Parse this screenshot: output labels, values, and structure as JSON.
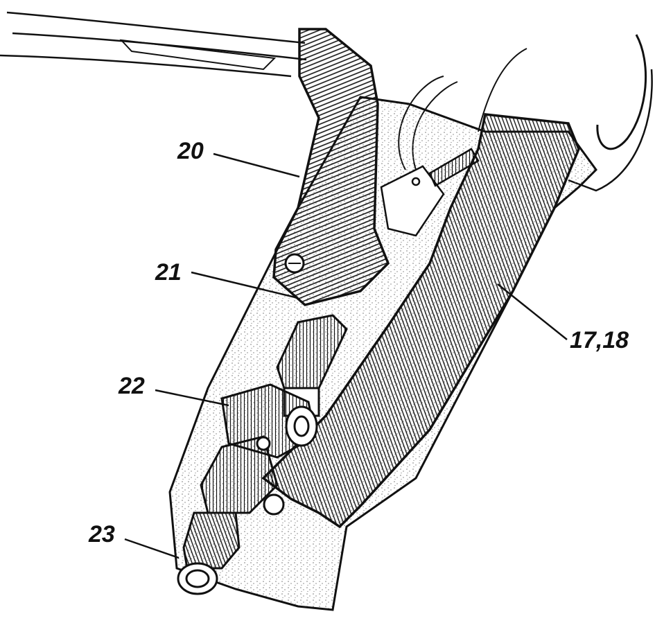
{
  "colors": {
    "ink": "#111111",
    "paper": "#ffffff",
    "stipple": "#777777"
  },
  "callouts": [
    {
      "label": "20"
    },
    {
      "label": "21"
    },
    {
      "label": "22"
    },
    {
      "label": "23"
    },
    {
      "label": "17,18"
    }
  ]
}
